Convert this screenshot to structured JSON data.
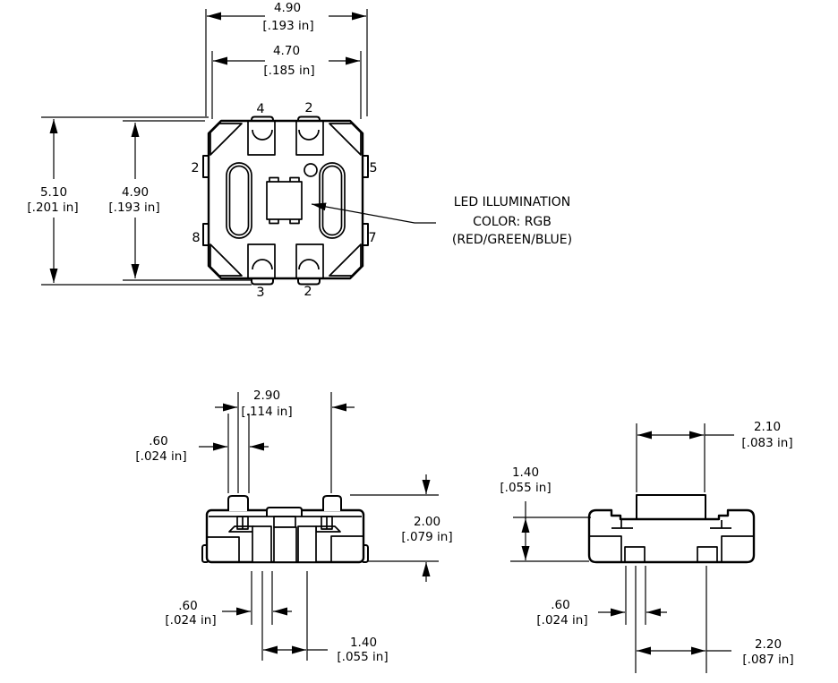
{
  "drawing": {
    "note": {
      "line1": "LED ILLUMINATION",
      "line2": "COLOR: RGB",
      "line3": "(RED/GREEN/BLUE)"
    },
    "top_view": {
      "pins": {
        "top_left": "4",
        "top_right": "2",
        "left_upper": "2",
        "left_lower": "8",
        "right_upper": "5",
        "right_lower": "7",
        "bottom_left": "3",
        "bottom_right": "2"
      },
      "dims": {
        "width_overall": {
          "mm": "4.90",
          "inch": "[.193 in]"
        },
        "width_body": {
          "mm": "4.70",
          "inch": "[.185 in]"
        },
        "height_overall": {
          "mm": "5.10",
          "inch": "[.201 in]"
        },
        "height_body": {
          "mm": "4.90",
          "inch": "[.193 in]"
        }
      }
    },
    "front_view": {
      "dims": {
        "post_pitch": {
          "mm": "2.90",
          "inch": "[.114 in]"
        },
        "post_width": {
          "mm": ".60",
          "inch": "[.024 in]"
        },
        "height": {
          "mm": "2.00",
          "inch": "[.079 in]"
        },
        "lead_width": {
          "mm": ".60",
          "inch": "[.024 in]"
        },
        "lead_pitch": {
          "mm": "1.40",
          "inch": "[.055 in]"
        }
      }
    },
    "side_view": {
      "dims": {
        "block_width": {
          "mm": "2.10",
          "inch": "[.083 in]"
        },
        "height": {
          "mm": "1.40",
          "inch": "[.055 in]"
        },
        "lead_width": {
          "mm": ".60",
          "inch": "[.024 in]"
        },
        "lead_pitch": {
          "mm": "2.20",
          "inch": "[.087 in]"
        }
      }
    },
    "colors": {
      "line": "#000000",
      "background": "#ffffff"
    }
  }
}
